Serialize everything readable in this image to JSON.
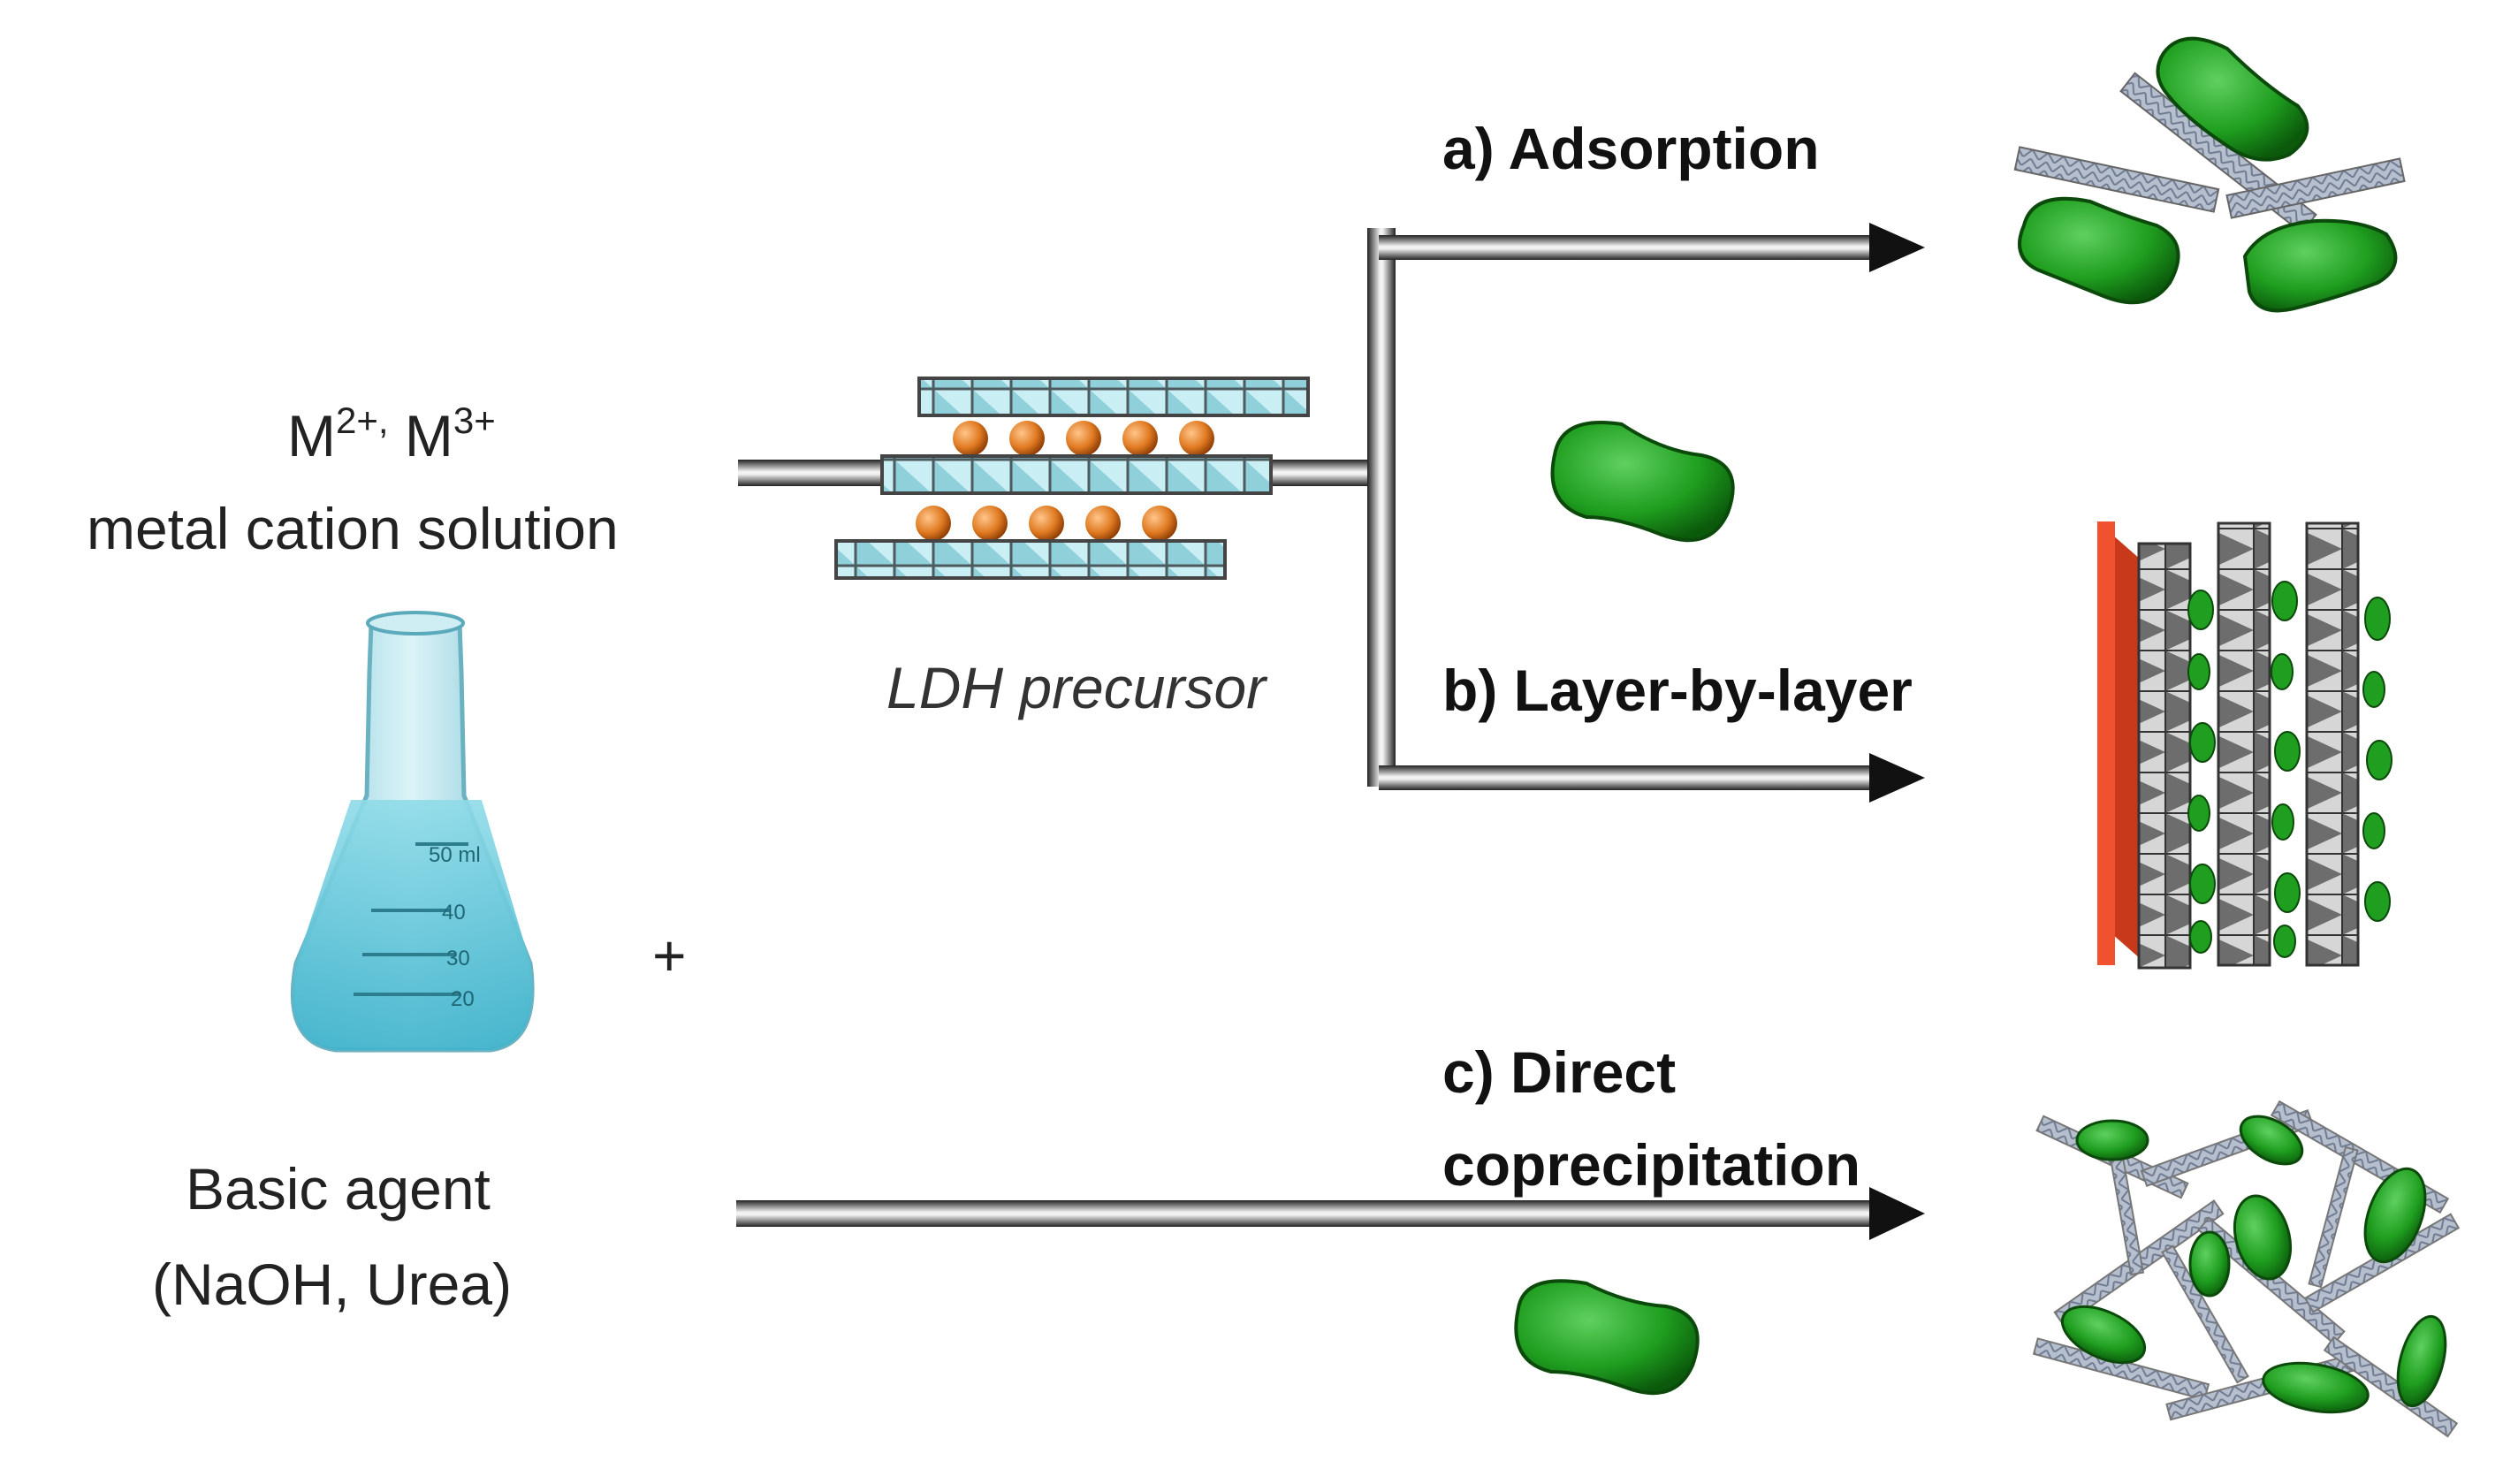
{
  "metal": {
    "m2": "M",
    "m2_charge": "2+,",
    "m3": "M",
    "m3_charge": "3+",
    "line2": "metal cation solution"
  },
  "ldh_label": "LDH precursor",
  "plus": "+",
  "basic": {
    "line1": "Basic agent",
    "line2": "(NaOH, Urea)"
  },
  "routes": {
    "a": "a) Adsorption",
    "b": "b) Layer-by-layer",
    "c_line1": "c) Direct",
    "c_line2": "coprecipitation"
  },
  "flask_marks": [
    "50 ml",
    "40",
    "30",
    "20"
  ],
  "colors": {
    "green": "#1f9e1f",
    "layer": "#9bd7de",
    "orange_ball": "#e07a22",
    "substrate": "#f0512e",
    "arrow_dark": "#111111"
  }
}
